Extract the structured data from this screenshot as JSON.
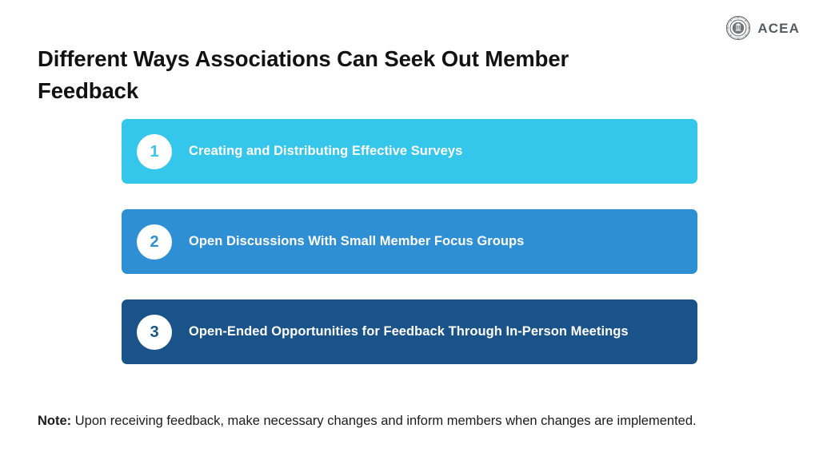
{
  "brand": {
    "name": "ACEA",
    "seal_icon": "circular-seal-icon",
    "color": "#555a5e"
  },
  "title": "Different Ways Associations Can Seek Out Member Feedback",
  "steps": [
    {
      "number": "1",
      "label": "Creating and Distributing Effective Surveys",
      "bar_color": "#35C6EC",
      "number_color": "#35C6EC"
    },
    {
      "number": "2",
      "label": "Open Discussions With Small Member Focus Groups",
      "bar_color": "#2E8FD4",
      "number_color": "#2E8FD4"
    },
    {
      "number": "3",
      "label": "Open-Ended Opportunities for Feedback Through In-Person Meetings",
      "bar_color": "#1A5389",
      "number_color": "#1A5389"
    }
  ],
  "note": {
    "label": "Note:",
    "text": " Upon receiving feedback, make necessary changes and inform members when changes are implemented."
  }
}
